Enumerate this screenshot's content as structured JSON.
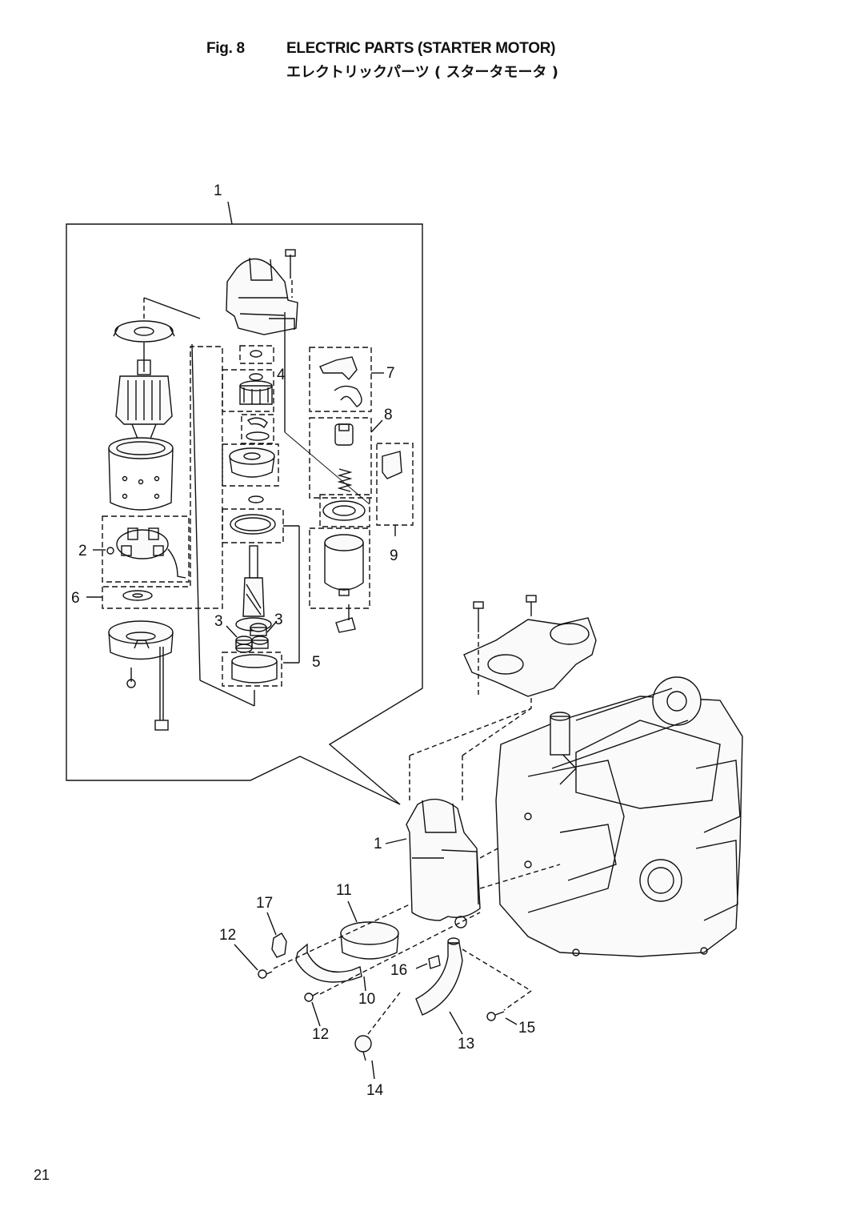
{
  "figure": {
    "number": "Fig. 8",
    "title": "ELECTRIC PARTS (STARTER MOTOR)",
    "title_jp": "エレクトリックパーツ ( スタータモータ )"
  },
  "callouts": [
    "1",
    "2",
    "3",
    "4",
    "5",
    "6",
    "7",
    "8",
    "9",
    "10",
    "11",
    "12",
    "13",
    "14",
    "15",
    "16",
    "17"
  ],
  "page_number": "21"
}
